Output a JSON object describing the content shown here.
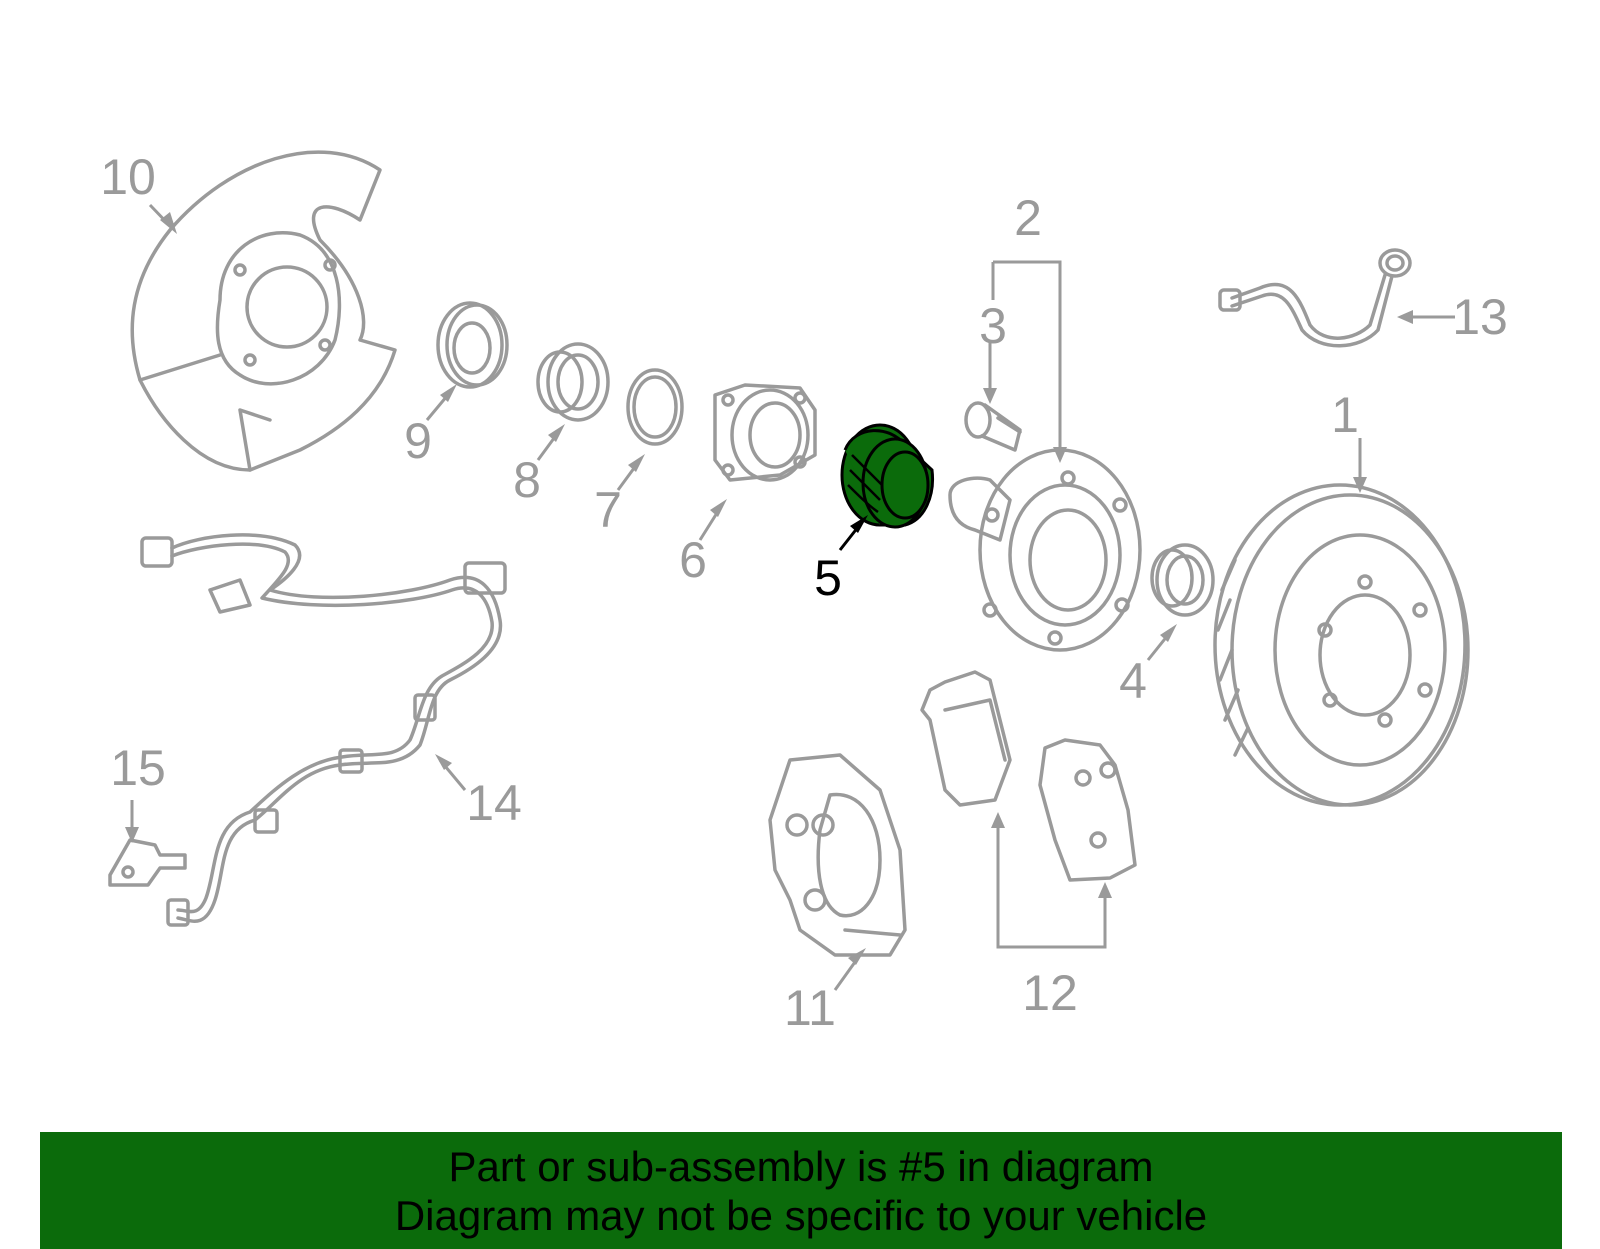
{
  "callouts": {
    "c1": "1",
    "c2": "2",
    "c3": "3",
    "c4": "4",
    "c5": "5",
    "c6": "6",
    "c7": "7",
    "c8": "8",
    "c9": "9",
    "c10": "10",
    "c11": "11",
    "c12": "12",
    "c13": "13",
    "c14": "14",
    "c15": "15"
  },
  "highlighted_part": "5",
  "colors": {
    "highlight_fill": "#0b6b0b",
    "outline": "#9a9a9a",
    "banner_bg": "#0b6b0b"
  },
  "banner": {
    "line1": "Part or sub-assembly is #5 in diagram",
    "line2": "Diagram may not be specific to your vehicle"
  }
}
